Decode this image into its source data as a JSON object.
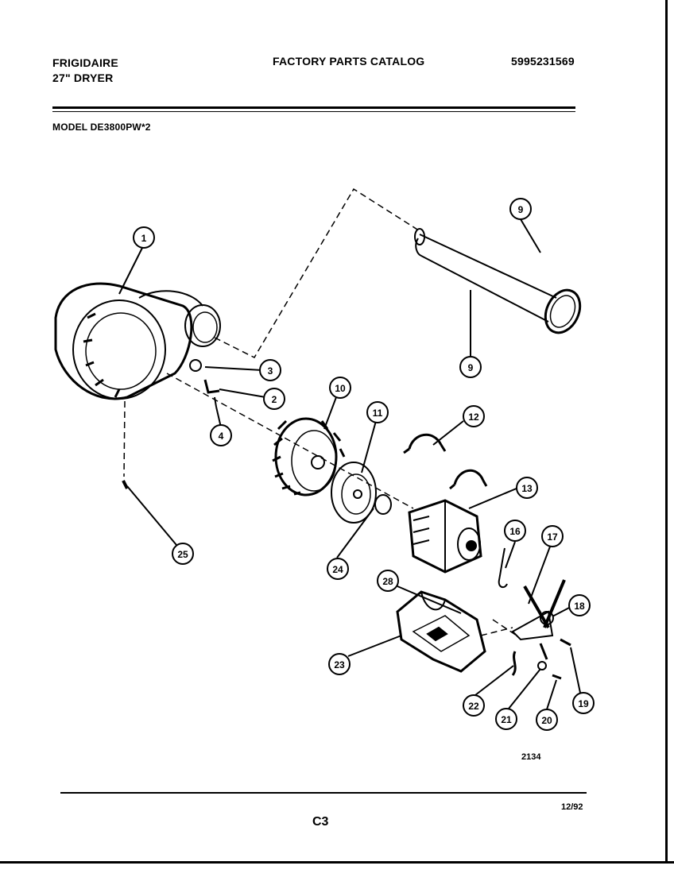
{
  "header": {
    "brand": "FRIGIDAIRE",
    "product": "27\" DRYER",
    "catalog_title": "FACTORY PARTS CATALOG",
    "catalog_number": "5995231569",
    "model": "MODEL DE3800PW*2"
  },
  "diagram": {
    "callouts": [
      "1",
      "2",
      "3",
      "4",
      "9",
      "9",
      "10",
      "11",
      "12",
      "13",
      "16",
      "17",
      "18",
      "19",
      "20",
      "21",
      "22",
      "23",
      "24",
      "25",
      "28"
    ]
  },
  "footer": {
    "figure_number": "2134",
    "date": "12/92",
    "page": "C3"
  }
}
